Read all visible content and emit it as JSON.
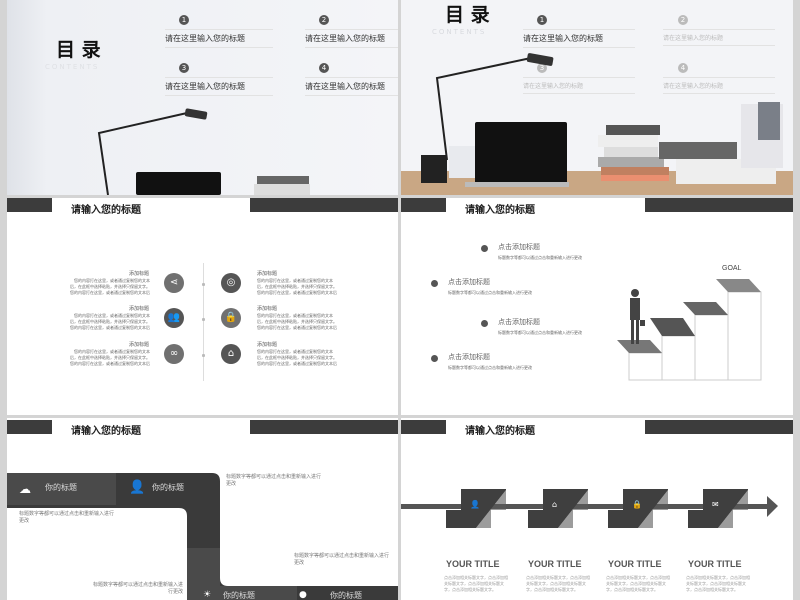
{
  "slide1": {
    "title": "目 录",
    "subtitle": "CONTENTS",
    "items": [
      {
        "num": "1",
        "label": "请在这里输入您的标题"
      },
      {
        "num": "2",
        "label": "请在这里输入您的标题"
      },
      {
        "num": "3",
        "label": "请在这里输入您的标题"
      },
      {
        "num": "4",
        "label": "请在这里输入您的标题"
      }
    ]
  },
  "slide2": {
    "title": "目 录",
    "subtitle": "CONTENTS",
    "items": [
      {
        "num": "1",
        "label": "请在这里输入您的标题"
      },
      {
        "num": "2",
        "label": "请在这里输入您的标题"
      },
      {
        "num": "3",
        "label": "请在这里输入您的标题"
      },
      {
        "num": "4",
        "label": "请在这里输入您的标题"
      }
    ]
  },
  "slide3": {
    "title": "请输入您的标题",
    "blocks": [
      {
        "heading": "添加标题",
        "text": "您的内容打在这里，或者通过复制您的文本后，在此框中选择粘贴，并选择只保留文字。您的内容打在这里，或者通过复制您的文本后",
        "icon": "share-icon"
      },
      {
        "heading": "添加标题",
        "text": "您的内容打在这里，或者通过复制您的文本后，在此框中选择粘贴，并选择只保留文字。您的内容打在这里，或者通过复制您的文本后",
        "icon": "group-icon"
      },
      {
        "heading": "添加标题",
        "text": "您的内容打在这里，或者通过复制您的文本后，在此框中选择粘贴，并选择只保留文字。您的内容打在这里，或者通过复制您的文本后",
        "icon": "link-icon"
      },
      {
        "heading": "添加标题",
        "text": "您的内容打在这里，或者通过复制您的文本后，在此框中选择粘贴，并选择只保留文字。您的内容打在这里，或者通过复制您的文本后",
        "icon": "disc-icon"
      },
      {
        "heading": "添加标题",
        "text": "您的内容打在这里，或者通过复制您的文本后，在此框中选择粘贴，并选择只保留文字。您的内容打在这里，或者通过复制您的文本后",
        "icon": "lock-icon"
      },
      {
        "heading": "添加标题",
        "text": "您的内容打在这里，或者通过复制您的文本后，在此框中选择粘贴，并选择只保留文字。您的内容打在这里，或者通过复制您的文本后",
        "icon": "home-icon"
      }
    ]
  },
  "slide4": {
    "title": "请输入您的标题",
    "goal": "GOAL",
    "points": [
      {
        "heading": "点击添加标题",
        "text": "标题数字等都可以通过点击和重新输入进行更改"
      },
      {
        "heading": "点击添加标题",
        "text": "标题数字等都可以通过点击和重新输入进行更改"
      },
      {
        "heading": "点击添加标题",
        "text": "标题数字等都可以通过点击和重新输入进行更改"
      },
      {
        "heading": "点击添加标题",
        "text": "标题数字等都可以通过点击和重新输入进行更改"
      }
    ]
  },
  "slide5": {
    "title": "请输入您的标题",
    "steps": [
      {
        "label": "你的标题",
        "icon": "brain-icon"
      },
      {
        "label": "你的标题",
        "icon": "user-icon"
      },
      {
        "label": "你的标题",
        "icon": "lightbulb-icon"
      },
      {
        "label": "你的标题",
        "icon": "globe-icon"
      }
    ],
    "texts": [
      "标题数字等都可以通过点击和重新输入进行更改",
      "标题数字等都可以通过点击和重新输入进行更改",
      "标题数字等都可以通过点击和重新输入进行更改",
      "标题数字等都可以通过点击和重新输入进行更改"
    ]
  },
  "slide6": {
    "title": "请输入您的标题",
    "columns": [
      {
        "title": "YOUR TITLE",
        "icon": "person-icon",
        "text": "点击添加相关标题文字，点击添加相关标题文字，点击添加相关标题文字，点击添加相关标题文字。"
      },
      {
        "title": "YOUR TITLE",
        "icon": "home-icon",
        "text": "点击添加相关标题文字，点击添加相关标题文字，点击添加相关标题文字，点击添加相关标题文字。"
      },
      {
        "title": "YOUR TITLE",
        "icon": "lock-icon",
        "text": "点击添加相关标题文字，点击添加相关标题文字，点击添加相关标题文字，点击添加相关标题文字。"
      },
      {
        "title": "YOUR TITLE",
        "icon": "document-icon",
        "text": "点击添加相关标题文字，点击添加相关标题文字，点击添加相关标题文字，点击添加相关标题文字。"
      }
    ]
  }
}
